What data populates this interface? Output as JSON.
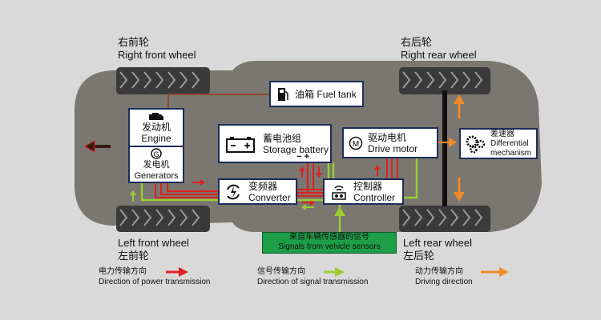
{
  "wheels": {
    "right_front": {
      "zh": "右前轮",
      "en": "Right front wheel"
    },
    "right_rear": {
      "zh": "右后轮",
      "en": "Right rear wheel"
    },
    "left_front": {
      "zh": "左前轮",
      "en": "Left front wheel"
    },
    "left_rear": {
      "zh": "左后轮",
      "en": "Left rear wheel"
    }
  },
  "components": {
    "fuel_tank": {
      "zh": "油箱",
      "en": "Fuel tank",
      "icon": "fuel-pump-icon"
    },
    "engine": {
      "zh": "发动机",
      "en": "Engine",
      "icon": "engine-icon"
    },
    "generators": {
      "zh": "发电机",
      "en": "Generators",
      "icon": "generator-g-icon"
    },
    "battery": {
      "zh": "蓄电池组",
      "en": "Storage battery",
      "icon": "battery-icon",
      "terminals": "− +"
    },
    "drive_motor": {
      "zh": "驱动电机",
      "en": "Drive motor",
      "icon": "motor-m-icon"
    },
    "converter": {
      "zh": "变频器",
      "en": "Converter",
      "icon": "converter-icon"
    },
    "controller": {
      "zh": "控制器",
      "en": "Controller",
      "icon": "controller-icon"
    },
    "differential": {
      "zh": "差速器",
      "en1": "Differential",
      "en2": "mechanism",
      "icon": "gears-icon"
    },
    "sensors": {
      "zh": "来自车辆传感器的信号",
      "en": "Signals from vehicle sensors"
    }
  },
  "legend": [
    {
      "zh": "电力传输方向",
      "en": "Direction of power transmission",
      "color": "#e02020"
    },
    {
      "zh": "信号传输方向",
      "en": "Direction of signal transmission",
      "color": "#8cc63f"
    },
    {
      "zh": "动力传输方向",
      "en": "Driving direction",
      "color": "#f08a24"
    }
  ],
  "colors": {
    "body": "#7a7670",
    "power": "#e02020",
    "signal": "#9acd32",
    "drive": "#f08a24",
    "fuel": "#8b4a2b",
    "sensor_box": "#1e9e48"
  }
}
